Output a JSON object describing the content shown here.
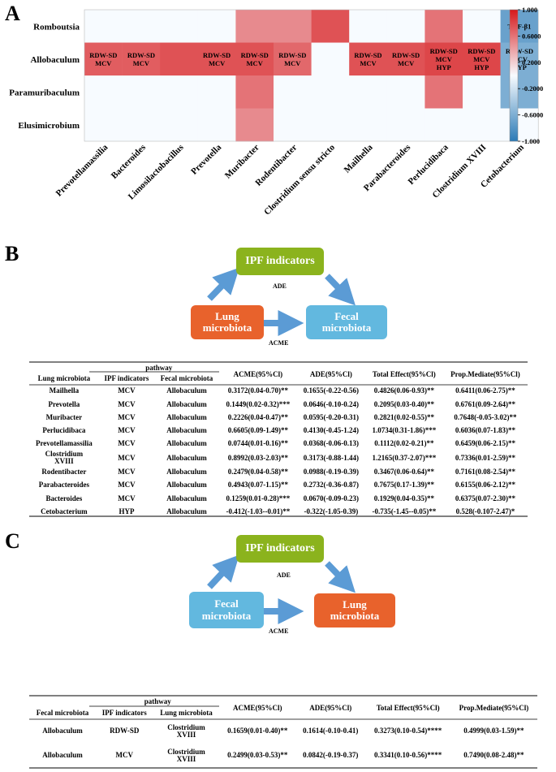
{
  "panels": {
    "a": "A",
    "b": "B",
    "c": "C"
  },
  "chart_data": {
    "type": "heatmap",
    "rows": [
      "Romboutsia",
      "Allobaculum",
      "Paramuribaculum",
      "Elusimicrobium"
    ],
    "columns": [
      "Prevotellamassilia",
      "Bacteroides",
      "Limosilactobacillus",
      "Prevotella",
      "Muribacter",
      "Rodentibacter",
      "Clostridium sensu stricto",
      "Mailhella",
      "Parabacteroides",
      "Perlucidibaca",
      "Clostridium XVIII",
      "Cetobacterium"
    ],
    "values": [
      [
        0.0,
        0.0,
        0.0,
        0.0,
        0.5,
        0.5,
        0.75,
        0.0,
        0.0,
        0.6,
        0.0,
        -0.7
      ],
      [
        0.7,
        0.7,
        0.75,
        0.75,
        0.75,
        0.65,
        0.0,
        0.75,
        0.75,
        0.8,
        0.8,
        -0.6
      ],
      [
        0.0,
        0.0,
        0.0,
        0.0,
        0.6,
        0.0,
        0.0,
        0.0,
        0.0,
        0.6,
        0.0,
        -0.6
      ],
      [
        0.0,
        0.0,
        0.0,
        0.0,
        0.5,
        0.0,
        0.0,
        0.0,
        0.0,
        0.0,
        0.0,
        0.0
      ]
    ],
    "annotations": [
      {
        "row": 1,
        "col": 0,
        "text": "RDW-SD\nMCV"
      },
      {
        "row": 1,
        "col": 1,
        "text": "RDW-SD\nMCV"
      },
      {
        "row": 1,
        "col": 3,
        "text": "RDW-SD\nMCV"
      },
      {
        "row": 1,
        "col": 4,
        "text": "RDW-SD\nMCV"
      },
      {
        "row": 1,
        "col": 5,
        "text": "RDW-SD\nMCV"
      },
      {
        "row": 1,
        "col": 7,
        "text": "RDW-SD\nMCV"
      },
      {
        "row": 1,
        "col": 8,
        "text": "RDW-SD\nMCV"
      },
      {
        "row": 1,
        "col": 9,
        "text": "RDW-SD\nMCV\nHYP"
      },
      {
        "row": 1,
        "col": 10,
        "text": "RDW-SD\nMCV\nHYP"
      },
      {
        "row": 0,
        "col": 11,
        "text": "TGF-β1"
      },
      {
        "row": 1,
        "col": 11,
        "text": "RDW-SD\nMCV\nHYP"
      }
    ],
    "colorbar": {
      "ticks": [
        "1.000",
        "0.6000",
        "0.2000",
        "-0.2000",
        "-0.6000",
        "-1.000"
      ],
      "tick_values": [
        1.0,
        0.6,
        0.2,
        -0.2,
        -0.6,
        -1.0
      ],
      "range": [
        -1,
        1
      ],
      "colors": {
        "high": "#d7191c",
        "mid": "#f7fbff",
        "low": "#2c7bb6"
      }
    }
  },
  "diagram_b": {
    "top": "IPF indicators",
    "left": "Lung\nmicrobiota",
    "right": "Fecal\nmicrobiota",
    "ade": "ADE",
    "acme": "ACME"
  },
  "diagram_c": {
    "top": "IPF indicators",
    "left": "Fecal\nmicrobiota",
    "right": "Lung\nmicrobiota",
    "ade": "ADE",
    "acme": "ACME"
  },
  "table_b": {
    "group_header": "pathway",
    "headers": [
      "Lung microbiota",
      "IPF indicators",
      "Fecal microbiota",
      "ACME(95%Cl)",
      "ADE(95%Cl)",
      "Total Effect(95%Cl)",
      "Prop.Mediate(95%Cl)"
    ],
    "rows": [
      [
        "Mailhella",
        "MCV",
        "Allobaculum",
        "0.3172(0.04-0.70)**",
        "0.1655(-0.22-0.56)",
        "0.4826(0.06-0.93)**",
        "0.6411(0.06-2.75)**"
      ],
      [
        "Prevotella",
        "MCV",
        "Allobaculum",
        "0.1449(0.02-0.32)***",
        "0.0646(-0.10-0.24)",
        "0.2095(0.03-0.40)**",
        "0.6761(0.09-2.64)**"
      ],
      [
        "Muribacter",
        "MCV",
        "Allobaculum",
        "0.2226(0.04-0.47)**",
        "0.0595(-0.20-0.31)",
        "0.2821(0.02-0.55)**",
        "0.7648(-0.05-3.02)**"
      ],
      [
        "Perlucidibaca",
        "MCV",
        "Allobaculum",
        "0.6605(0.09-1.49)**",
        "0.4130(-0.45-1.24)",
        "1.0734(0.31-1.86)***",
        "0.6036(0.07-1.83)**"
      ],
      [
        "Prevotellamassilia",
        "MCV",
        "Allobaculum",
        "0.0744(0.01-0.16)**",
        "0.0368(-0.06-0.13)",
        "0.1112(0.02-0.21)**",
        "0.6459(0.06-2.15)**"
      ],
      [
        "Clostridium\nXVIII",
        "MCV",
        "Allobaculum",
        "0.8992(0.03-2.03)**",
        "0.3173(-0.88-1.44)",
        "1.2165(0.37-2.07)***",
        "0.7336(0.01-2.59)**"
      ],
      [
        "Rodentibacter",
        "MCV",
        "Allobaculum",
        "0.2479(0.04-0.58)**",
        "0.0988(-0.19-0.39)",
        "0.3467(0.06-0.64)**",
        "0.7161(0.08-2.54)**"
      ],
      [
        "Parabacteroides",
        "MCV",
        "Allobaculum",
        "0.4943(0.07-1.15)**",
        "0.2732(-0.36-0.87)",
        "0.7675(0.17-1.39)**",
        "0.6155(0.06-2.12)**"
      ],
      [
        "Bacteroides",
        "MCV",
        "Allobaculum",
        "0.1259(0.01-0.28)***",
        "0.0670(-0.09-0.23)",
        "0.1929(0.04-0.35)**",
        "0.6375(0.07-2.30)**"
      ],
      [
        "Cetobacterium",
        "HYP",
        "Allobaculum",
        "-0.412(-1.03--0.01)**",
        "-0.322(-1.05-0.39)",
        "-0.735(-1.45--0.05)**",
        "0.528(-0.107-2.47)*"
      ]
    ]
  },
  "table_c": {
    "group_header": "pathway",
    "headers": [
      "Fecal microbiota",
      "IPF indicators",
      "Lung microbiota",
      "ACME(95%Cl)",
      "ADE(95%Cl)",
      "Total Effect(95%Cl)",
      "Prop.Mediate(95%Cl)"
    ],
    "rows": [
      [
        "Allobaculum",
        "RDW-SD",
        "Clostridium\nXVIII",
        "0.1659(0.01-0.40)**",
        "0.1614(-0.10-0.41)",
        "0.3273(0.10-0.54)****",
        "0.4999(0.03-1.59)**"
      ],
      [
        "Allobaculum",
        "MCV",
        "Clostridium\nXVIII",
        "0.2499(0.03-0.53)**",
        "0.0842(-0.19-0.37)",
        "0.3341(0.10-0.56)****",
        "0.7490(0.08-2.48)**"
      ]
    ]
  }
}
